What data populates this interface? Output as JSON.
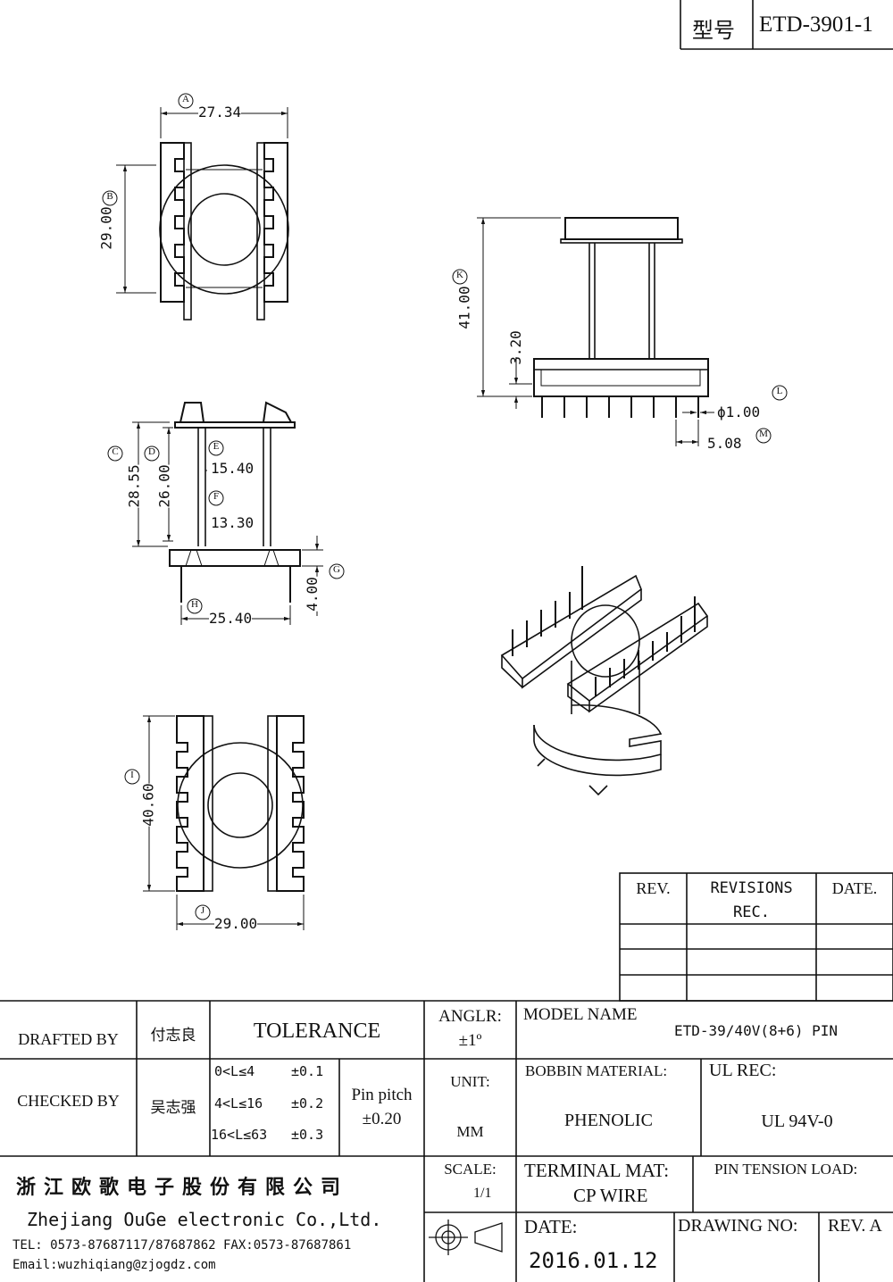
{
  "header": {
    "model_label": "型号",
    "model_value": "ETD-3901-1"
  },
  "dims": {
    "a": {
      "letter": "A",
      "value": "27.34"
    },
    "b": {
      "letter": "B",
      "value": "29.00"
    },
    "c": {
      "letter": "C",
      "value": "28.55"
    },
    "d": {
      "letter": "D",
      "value": "26.00"
    },
    "e": {
      "letter": "E",
      "value": "15.40"
    },
    "f": {
      "letter": "F",
      "value": "13.30"
    },
    "g": {
      "letter": "G",
      "value": "4.00"
    },
    "h": {
      "letter": "H",
      "value": "25.40"
    },
    "i": {
      "letter": "I",
      "value": "40.60"
    },
    "j": {
      "letter": "J",
      "value": "29.00"
    },
    "k": {
      "letter": "K",
      "value": "41.00"
    },
    "k2": {
      "value": "3.20"
    },
    "l": {
      "letter": "L",
      "value": "ϕ1.00"
    },
    "m": {
      "letter": "M",
      "value": "5.08"
    }
  },
  "revisions": {
    "col_rev": "REV.",
    "col_rec_1": "REVISIONS",
    "col_rec_2": "REC.",
    "col_date": "DATE."
  },
  "title_block": {
    "drafted_by_label": "DRAFTED BY",
    "drafted_by_name": "付志良",
    "tolerance_label": "TOLERANCE",
    "angle_label": "ANGLR:",
    "angle_value": "±1º",
    "model_name_label": "MODEL NAME",
    "model_name_value": "ETD-39/40V(8+6) PIN",
    "checked_by_label": "CHECKED BY",
    "checked_by_name": "吴志强",
    "tol_rows": [
      {
        "range": "0<L≤4",
        "value": "±0.1"
      },
      {
        "range": "4<L≤16",
        "value": "±0.2"
      },
      {
        "range": "16<L≤63",
        "value": "±0.3"
      }
    ],
    "pin_pitch_label": "Pin pitch",
    "pin_pitch_value": "±0.20",
    "unit_label": "UNIT:",
    "unit_value": "MM",
    "bobbin_label": "BOBBIN MATERIAL:",
    "bobbin_value": "PHENOLIC",
    "ul_label": "UL REC:",
    "ul_value": "UL 94V-0",
    "company_cn": "浙江欧歌电子股份有限公司",
    "company_en": "Zhejiang OuGe electronic Co.,Ltd.",
    "company_tel": "TEL: 0573-87687117/87687862  FAX:0573-87687861",
    "company_email": "Email:wuzhiqiang@zjogdz.com",
    "scale_label": "SCALE:",
    "scale_value": "1/1",
    "terminal_label": "TERMINAL MAT:",
    "terminal_value": "CP  WIRE",
    "pin_tension_label": "PIN  TENSION  LOAD:",
    "date_label": "DATE:",
    "date_value": "2016.01.12",
    "drawing_no_label": "DRAWING NO:",
    "rev_label": "REV. A"
  }
}
